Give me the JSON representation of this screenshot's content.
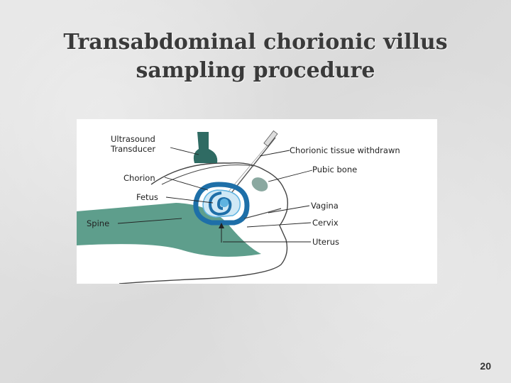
{
  "slide": {
    "title_line1": "Transabdominal chorionic villus",
    "title_line2": "sampling procedure",
    "page_number": "20"
  },
  "diagram": {
    "labels": {
      "ultrasound_line1": "Ultrasound",
      "ultrasound_line2": "Transducer",
      "chorion": "Chorion",
      "fetus": "Fetus",
      "spine": "Spine",
      "chorionic_tissue": "Chorionic tissue withdrawn",
      "pubic_bone": "Pubic bone",
      "vagina": "Vagina",
      "cervix": "Cervix",
      "uterus": "Uterus"
    },
    "colors": {
      "teal": "#5e9e8c",
      "teal_dark": "#2f6b63",
      "uterus_blue": "#1e6fa8",
      "fetus_blue": "#5fb3e0",
      "bone_gray": "#8aa8a0"
    }
  }
}
